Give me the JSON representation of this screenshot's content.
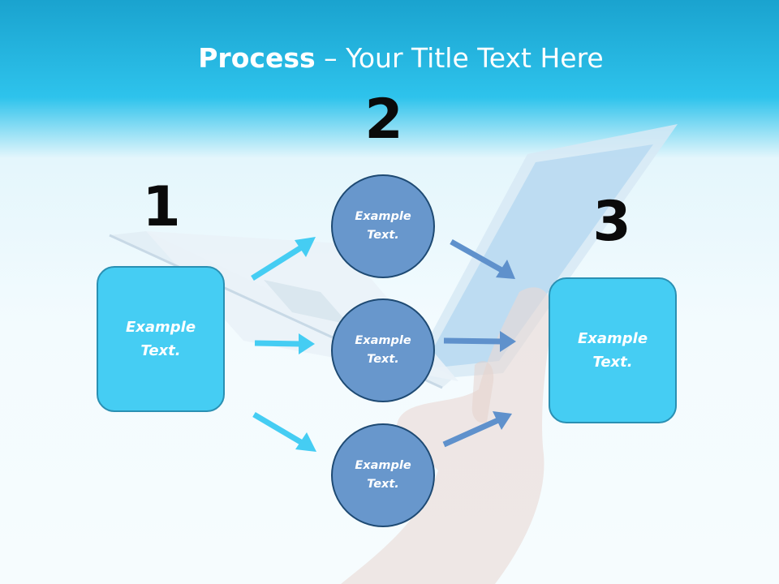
{
  "title": {
    "bold": "Process",
    "rest": " – Your Title Text Here"
  },
  "steps": [
    {
      "number": "1",
      "label": "Example Text."
    },
    {
      "number": "2",
      "items": [
        "Example Text.",
        "Example Text.",
        "Example Text."
      ]
    },
    {
      "number": "3",
      "label": "Example Text."
    }
  ],
  "colors": {
    "header": "#2ec3ec",
    "box_fill": "#45cdf3",
    "circle_fill": "#6897cc",
    "arrow_left": "#45cdf3",
    "arrow_right": "#5f91cc"
  }
}
